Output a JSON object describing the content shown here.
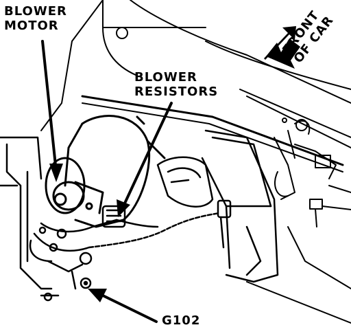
{
  "labels": {
    "blower_motor": {
      "line1": "BLOWER",
      "line2": "MOTOR"
    },
    "blower_resistors": {
      "line1": "BLOWER",
      "line2": "RESISTORS"
    },
    "front_of_car": {
      "line1": "FRONT",
      "line2": "OF CAR"
    },
    "ground_point": "G102"
  },
  "colors": {
    "ink": "#000000",
    "paper": "#ffffff"
  }
}
